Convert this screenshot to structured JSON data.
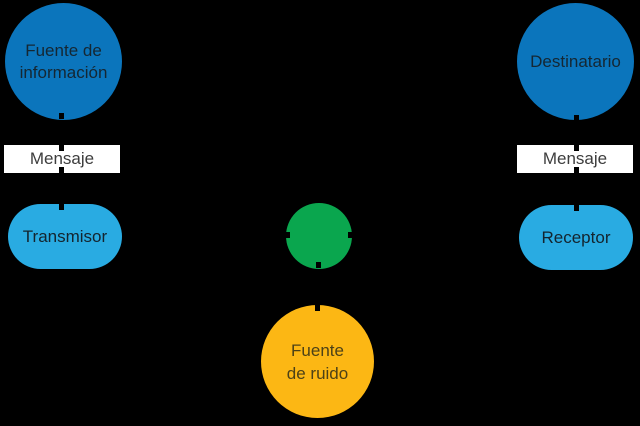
{
  "diagram": {
    "background_color": "#000000",
    "colors": {
      "node_blue": "#0b75bc",
      "node_cyan": "#29abe2",
      "node_green": "#0aa64e",
      "node_yellow": "#fcb714",
      "message_box": "#ffffff",
      "dark_label": "#14242e",
      "message_label": "#3d3d3d",
      "noise_label": "#4c4117"
    },
    "nodes": {
      "fuente_informacion": {
        "shape": "circle",
        "color": "#0b75bc",
        "lines": [
          "Fuente de",
          "información"
        ]
      },
      "mensaje_izquierdo": {
        "shape": "rectangle",
        "color": "#ffffff",
        "label": "Mensaje"
      },
      "transmisor": {
        "shape": "pill",
        "color": "#29abe2",
        "label": "Transmisor"
      },
      "canal": {
        "shape": "circle",
        "color": "#0aa64e",
        "label": ""
      },
      "fuente_ruido": {
        "shape": "circle",
        "color": "#fcb714",
        "lines": [
          "Fuente",
          "de ruido"
        ]
      },
      "receptor": {
        "shape": "pill",
        "color": "#29abe2",
        "label": "Receptor"
      },
      "mensaje_derecho": {
        "shape": "rectangle",
        "color": "#ffffff",
        "label": "Mensaje"
      },
      "destinatario": {
        "shape": "circle",
        "color": "#0b75bc",
        "label": "Destinatario"
      }
    }
  }
}
